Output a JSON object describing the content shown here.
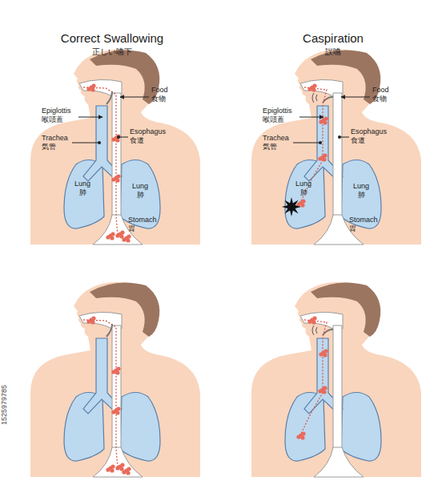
{
  "diagram": {
    "labels": [
      "Correct Swallowing",
      "正しい嚥下",
      "Food",
      "食物",
      "Epiglottis",
      "喉頭蓋",
      "Trachea",
      "気管",
      "Esophagus",
      "食道",
      "Lung",
      "肺",
      "Lung",
      "肺",
      "Stomach",
      "胃",
      "Caspiration",
      "誤嚥",
      "Food",
      "食物",
      "Epiglottis",
      "喉頭蓋",
      "Trachea",
      "気管",
      "Esophagus",
      "食道",
      "Lung",
      "肺",
      "Lung",
      "肺",
      "Stomach",
      "胃",
      "1525979785"
    ]
  }
}
